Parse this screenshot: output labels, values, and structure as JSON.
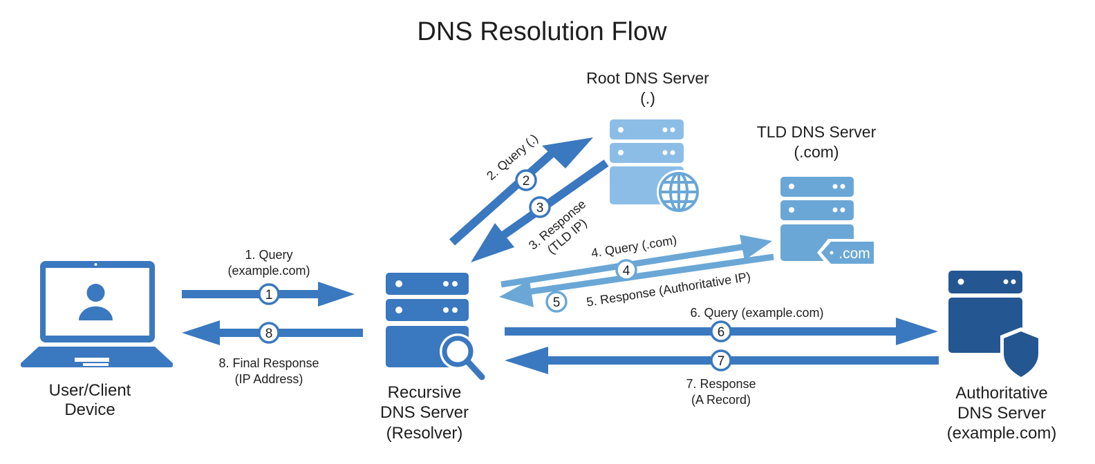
{
  "title": "DNS Resolution Flow",
  "colors": {
    "primary": "#3a78bf",
    "light": "#6aa7d6",
    "lighter": "#8cbde6",
    "dark": "#245691",
    "text": "#1e1e1e"
  },
  "nodes": {
    "client": {
      "line1": "User/Client",
      "line2": "Device",
      "icon": "laptop-user-icon"
    },
    "recursive": {
      "line1": "Recursive",
      "line2": "DNS Server",
      "line3": "(Resolver)",
      "icon": "server-magnifier-icon"
    },
    "root": {
      "line1": "Root DNS Server",
      "line2": "(.)",
      "icon": "server-globe-icon"
    },
    "tld": {
      "line1": "TLD DNS Server",
      "line2": "(.com)",
      "icon": "server-tag-icon",
      "tag": ".com"
    },
    "authoritative": {
      "line1": "Authoritative",
      "line2": "DNS Server",
      "line3": "(example.com)",
      "icon": "server-shield-icon"
    }
  },
  "steps": [
    {
      "n": "1",
      "line1": "1. Query",
      "line2": "(example.com)"
    },
    {
      "n": "2",
      "line1": "2. Query (.)"
    },
    {
      "n": "3",
      "line1": "3. Response",
      "line2": "(TLD IP)"
    },
    {
      "n": "4",
      "line1": "4. Query (.com)"
    },
    {
      "n": "5",
      "line1": "5. Response (Authoritative IP)"
    },
    {
      "n": "6",
      "line1": "6. Query (example.com)"
    },
    {
      "n": "7",
      "line1": "7. Response",
      "line2": "(A Record)"
    },
    {
      "n": "8",
      "line1": "8. Final Response",
      "line2": "(IP Address)"
    }
  ]
}
